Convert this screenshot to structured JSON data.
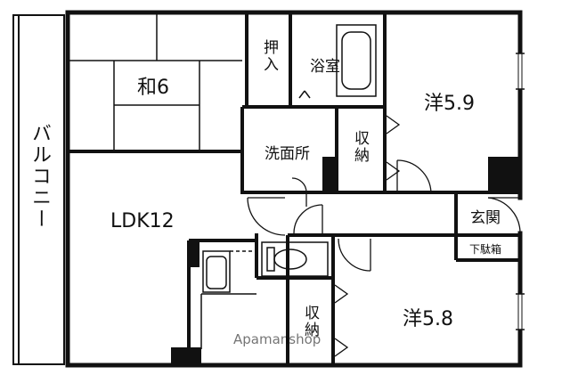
{
  "rooms": {
    "balcony": "バルコニー",
    "washitsu": "和6",
    "oshiire": "押入",
    "bath": "浴室",
    "youshitsu_top": "洋5.9",
    "washroom": "洗面所",
    "storage_top": "収納",
    "entrance": "玄関",
    "shoe_box": "下駄箱",
    "ldk": "LDK12",
    "storage_bottom": "収納",
    "youshitsu_bottom": "洋5.8"
  },
  "watermark": "Apamanshop"
}
